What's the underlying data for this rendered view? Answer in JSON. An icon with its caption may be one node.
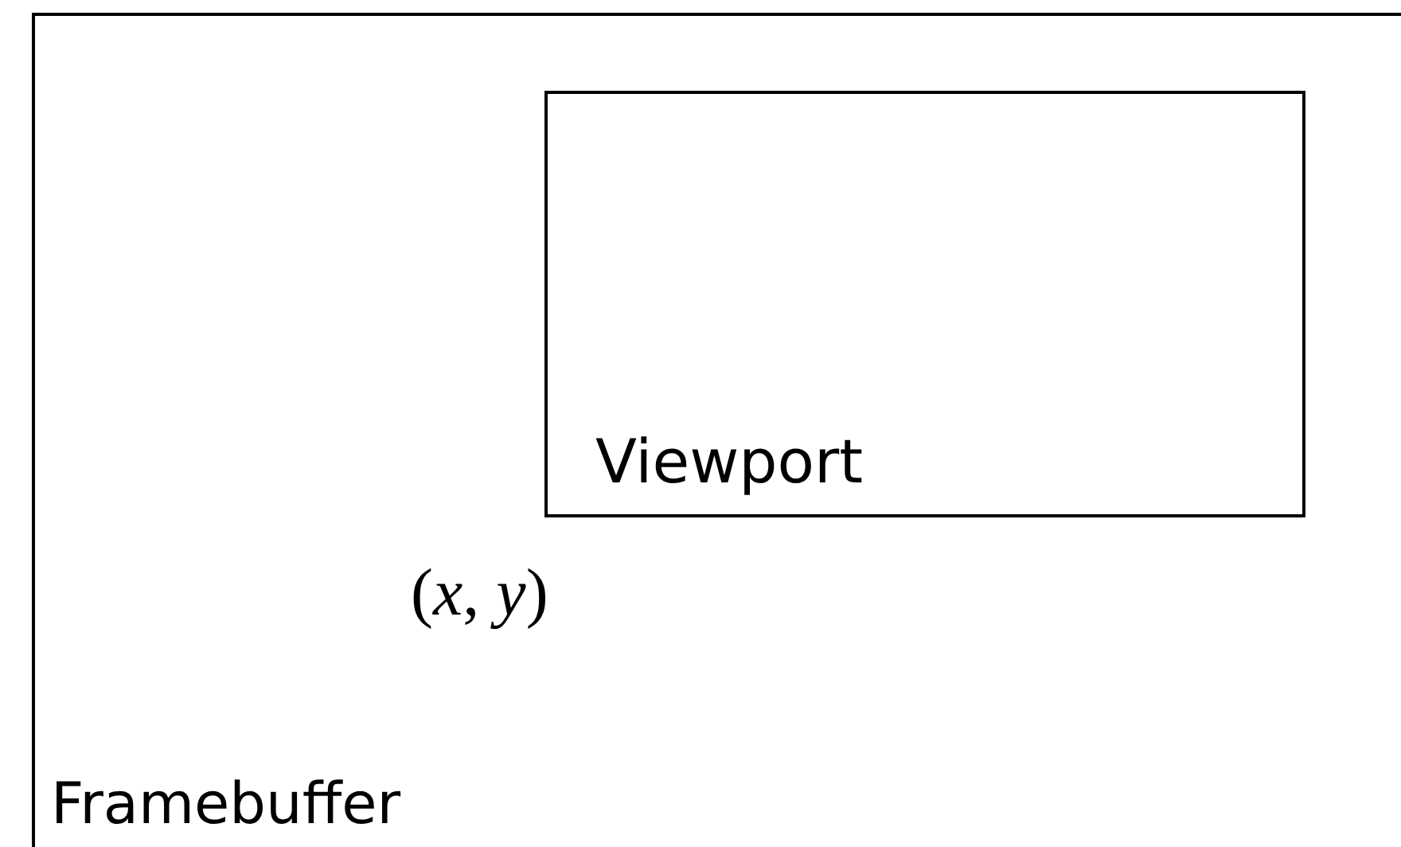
{
  "diagram": {
    "nodes": [
      {
        "text": [
          "Framebuffer"
        ]
      },
      {
        "text": [
          "Viewport"
        ],
        "in": 0
      }
    ],
    "labels": [
      "(*x*, *y*)"
    ]
  }
}
